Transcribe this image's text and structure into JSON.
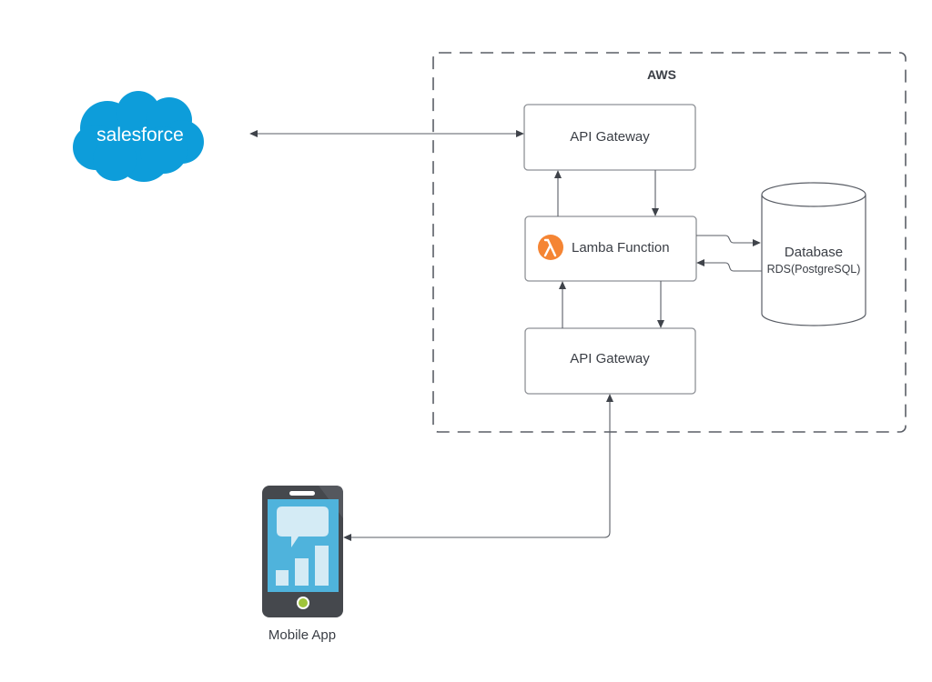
{
  "diagram": {
    "group": {
      "label": "AWS",
      "style": "dashed"
    },
    "nodes": {
      "salesforce": {
        "label": "salesforce",
        "color": "#0d9dda"
      },
      "api_gateway_top": {
        "label": "API Gateway"
      },
      "lambda": {
        "label": "Lamba Function",
        "icon": "lambda-icon",
        "icon_color": "#f58534"
      },
      "database": {
        "label": "Database",
        "sublabel": "RDS(PostgreSQL)"
      },
      "api_gateway_bottom": {
        "label": "API Gateway"
      },
      "mobile_app": {
        "label": "Mobile App",
        "screen_color": "#4fb3dc",
        "button_color": "#9fc43a"
      }
    },
    "edges": [
      {
        "from": "salesforce",
        "to": "api_gateway_top",
        "direction": "bidirectional"
      },
      {
        "from": "lambda",
        "to": "api_gateway_top",
        "direction": "forward"
      },
      {
        "from": "api_gateway_top",
        "to": "lambda",
        "direction": "forward"
      },
      {
        "from": "lambda",
        "to": "database",
        "direction": "forward"
      },
      {
        "from": "database",
        "to": "lambda",
        "direction": "forward"
      },
      {
        "from": "api_gateway_bottom",
        "to": "lambda",
        "direction": "forward"
      },
      {
        "from": "lambda",
        "to": "api_gateway_bottom",
        "direction": "forward"
      },
      {
        "from": "mobile_app",
        "to": "api_gateway_bottom",
        "direction": "forward"
      },
      {
        "from": "api_gateway_bottom",
        "to": "mobile_app",
        "direction": "forward"
      }
    ]
  }
}
